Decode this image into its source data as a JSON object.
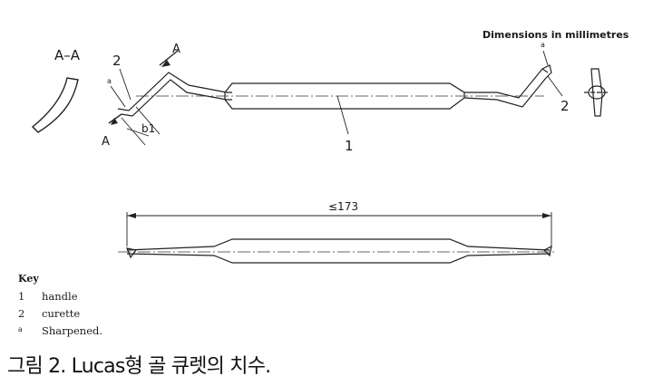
{
  "diagram": {
    "units_note": "Dimensions in millimetres",
    "section_label": "A–A",
    "callouts": {
      "handle": "1",
      "curette_left": "2",
      "curette_right": "2",
      "sharpened_left": "a",
      "sharpened_right": "a",
      "section_mark_top": "A",
      "section_mark_bottom": "A",
      "width_dim": "b1",
      "length_dim": "≤173"
    }
  },
  "key": {
    "title": "Key",
    "items": [
      {
        "code": "1",
        "label": "handle"
      },
      {
        "code": "2",
        "label": "curette"
      },
      {
        "code": "a",
        "label": "Sharpened."
      }
    ]
  },
  "caption": "그림 2. Lucas형 골 큐렛의 치수."
}
